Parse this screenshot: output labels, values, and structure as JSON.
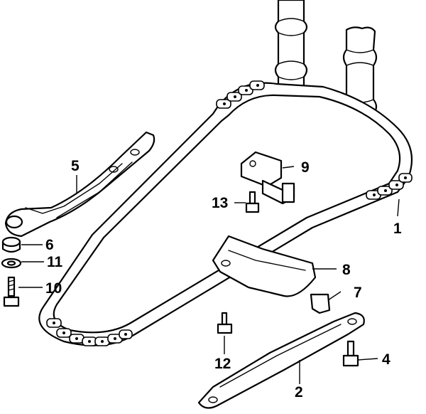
{
  "diagram": {
    "callouts": [
      {
        "id": "p1",
        "label": "1"
      },
      {
        "id": "p2",
        "label": "2"
      },
      {
        "id": "p4",
        "label": "4"
      },
      {
        "id": "p5",
        "label": "5"
      },
      {
        "id": "p6",
        "label": "6"
      },
      {
        "id": "p7",
        "label": "7"
      },
      {
        "id": "p8",
        "label": "8"
      },
      {
        "id": "p9",
        "label": "9"
      },
      {
        "id": "p10",
        "label": "10"
      },
      {
        "id": "p11",
        "label": "11"
      },
      {
        "id": "p12",
        "label": "12"
      },
      {
        "id": "p13",
        "label": "13"
      }
    ]
  }
}
